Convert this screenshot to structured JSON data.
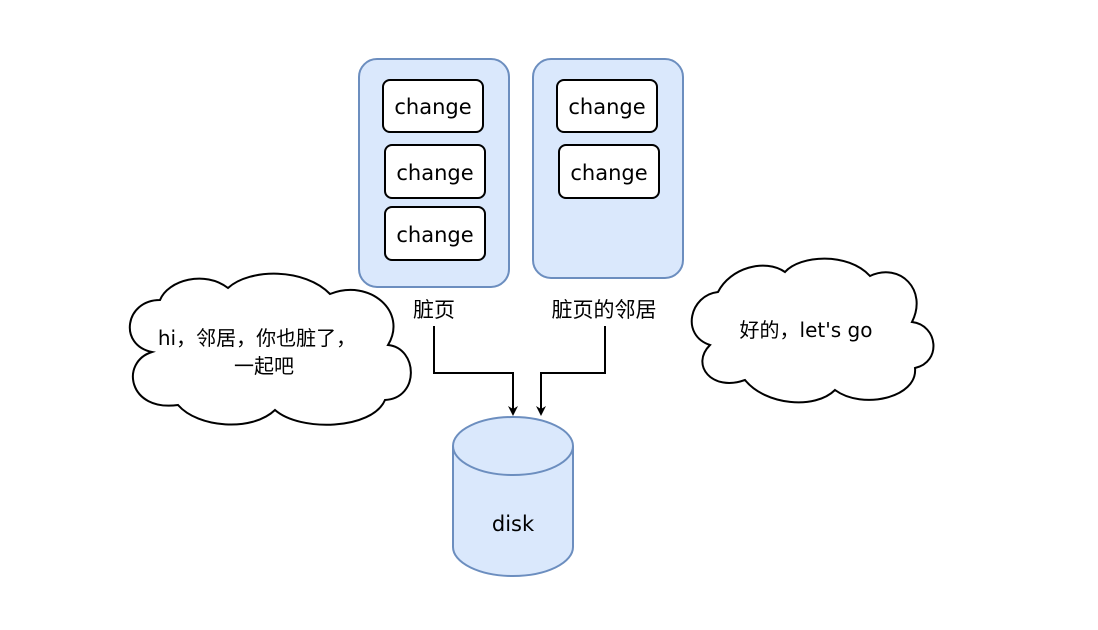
{
  "colors": {
    "page_fill": "#dae8fc",
    "page_stroke": "#6c8ebf",
    "box_fill": "#ffffff",
    "box_stroke": "#000000",
    "line": "#000000"
  },
  "pages": [
    {
      "label": "脏页",
      "changes": [
        "change",
        "change",
        "change"
      ]
    },
    {
      "label": "脏页的邻居",
      "changes": [
        "change",
        "change"
      ]
    }
  ],
  "disk": {
    "label": "disk"
  },
  "clouds": {
    "left": {
      "line1": "hi，邻居，你也脏了，",
      "line2": "一起吧"
    },
    "right": {
      "line1": "好的，let's go"
    }
  }
}
